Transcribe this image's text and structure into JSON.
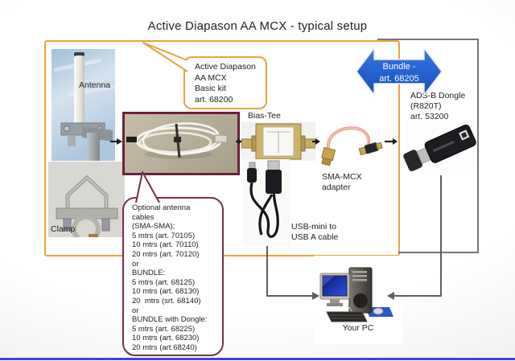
{
  "title": "Active Diapason AA MCX - typical setup",
  "kit_callout": {
    "lines": [
      "Active Diapason",
      "AA MCX",
      "Basic kit",
      "art. 68200"
    ]
  },
  "bundle_arrow": {
    "line1": "Bundle -",
    "line2": "art. 68205"
  },
  "labels": {
    "antenna": "Antenna",
    "clamp": "Clamp",
    "bias_tee": "Bias-Tee",
    "sma_mcx_1": "SMA-MCX",
    "sma_mcx_2": "adapter",
    "usb_1": "USB-mini to",
    "usb_2": "USB A cable",
    "your_pc": "Your PC"
  },
  "dongle": {
    "lines": [
      "ADS-B Dongle",
      "(R820T)",
      "art. 53200"
    ]
  },
  "cables_callout": {
    "lines": [
      "Optional antenna",
      "cables",
      "(SMA-SMA);",
      "5 mtrs (art. 70105)",
      "10 mtrs (art. 70110)",
      "20 mtrs (art. 70120)",
      "or",
      "BUNDLE:",
      "5 mtrs (art. 68125)",
      "10 mtrs (art. 68130)",
      "20  mtrs (srt. 68140)",
      "or",
      "BUNDLE with Dongle:",
      "5 mtrs (art. 68225)",
      "10 mtrs (art. 68230)",
      "20 mtrs (art.68240)"
    ]
  },
  "colors": {
    "kit_border_orange": "#EDA338",
    "bundle_border_gray": "#757575",
    "callout_maroon": "#733052",
    "cable_box_maroon": "#6B2139",
    "bundle_arrow_blue": "#2463D1",
    "bottom_line_blue": "#4146C8"
  }
}
